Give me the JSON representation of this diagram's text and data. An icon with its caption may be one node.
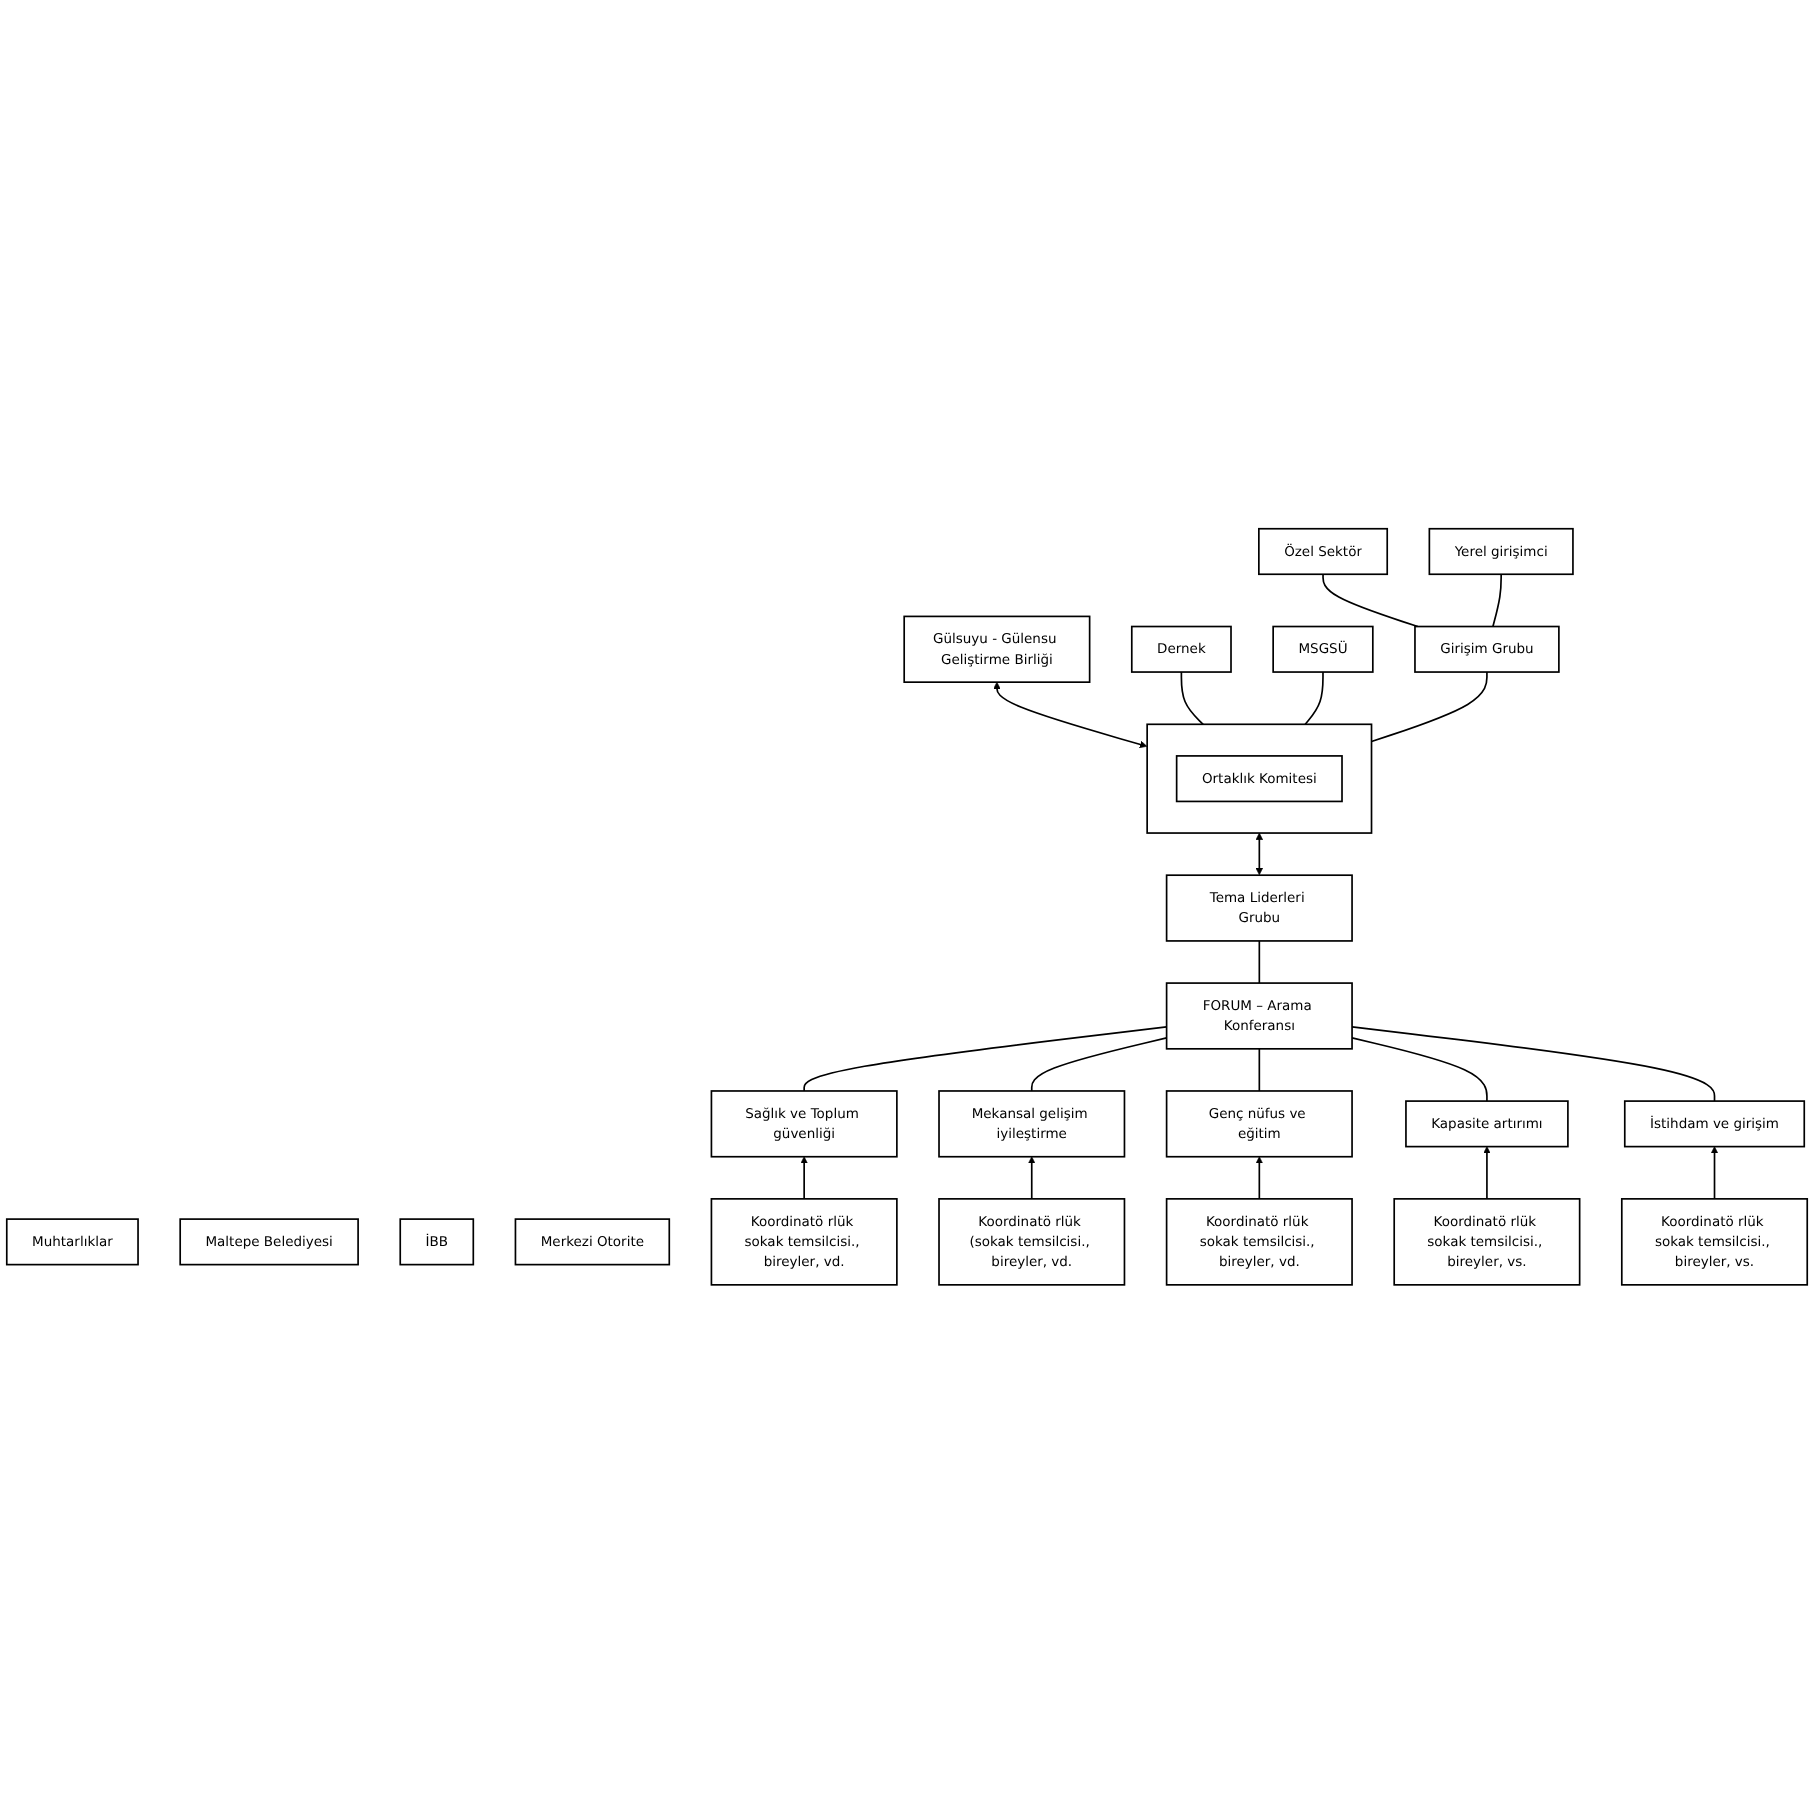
{
  "diagram": {
    "nodes": [
      {
        "text": [
          "Gülsuyu - Gülensu Geliştirme Birliği"
        ]
      },
      {
        "text": [
          "Dernek"
        ]
      },
      {
        "text": [],
        "shape": "box"
      },
      {
        "text": [
          "Ortaklık Komitesi"
        ],
        "in": 2
      },
      {
        "text": [
          "Muhtarlıklar"
        ]
      },
      {
        "text": [
          "MSGSÜ"
        ]
      },
      {
        "text": [
          "Maltepe Belediyesi"
        ]
      },
      {
        "text": [
          "Özel Sektör"
        ]
      },
      {
        "text": [
          "Girişim Grubu"
        ]
      },
      {
        "text": [
          "İBB"
        ]
      },
      {
        "text": [
          "Yerel girişimci"
        ]
      },
      {
        "text": [
          "Merkezi Otorite"
        ]
      },
      {
        "text": [
          "Tema Liderleri Grubu"
        ]
      },
      {
        "text": [
          "FORUM – Arama Konferansı"
        ]
      },
      {
        "text": [
          "Sağlık ve Toplum güvenliği"
        ]
      },
      {
        "text": [
          "Mekansal gelişim iyileştirme"
        ]
      },
      {
        "text": [
          "Genç nüfus ve eğitim"
        ]
      },
      {
        "text": [
          "Kapasite artırımı"
        ]
      },
      {
        "text": [
          "İstihdam ve girişim"
        ]
      },
      {
        "text": [
          "Koordinatö rlük sokak temsilcisi., bireyler, vd."
        ]
      },
      {
        "text": [
          "Koordinatö rlük (sokak temsilcisi., bireyler, vd."
        ]
      },
      {
        "text": [
          "Koordinatö rlük sokak temsilcisi., bireyler, vd."
        ]
      },
      {
        "text": [
          "Koordinatö rlük sokak temsilcisi., bireyler, vs."
        ]
      },
      {
        "text": [
          "Koordinatö rlük sokak temsilcisi., bireyler, vs."
        ]
      }
    ],
    "edges": [
      {
        "from": 0,
        "to": 2,
        "arrow": "both"
      },
      {
        "from": 1,
        "to": 2,
        "arrow": "none"
      },
      {
        "from": 5,
        "to": 2,
        "arrow": "none"
      },
      {
        "from": 8,
        "to": 2,
        "arrow": "none"
      },
      {
        "from": 7,
        "to": 8,
        "arrow": "none"
      },
      {
        "from": 10,
        "to": 8,
        "arrow": "none"
      },
      {
        "from": 2,
        "to": 12,
        "arrow": "both"
      },
      {
        "from": 12,
        "to": 13,
        "arrow": "none"
      },
      {
        "from": 13,
        "to": 14,
        "arrow": "none"
      },
      {
        "from": 13,
        "to": 15,
        "arrow": "none"
      },
      {
        "from": 13,
        "to": 16,
        "arrow": "none"
      },
      {
        "from": 13,
        "to": 17,
        "arrow": "none"
      },
      {
        "from": 13,
        "to": 18,
        "arrow": "none"
      },
      {
        "from": 19,
        "to": 14,
        "arrow": "to"
      },
      {
        "from": 20,
        "to": 15,
        "arrow": "to"
      },
      {
        "from": 21,
        "to": 16,
        "arrow": "to"
      },
      {
        "from": 22,
        "to": 17,
        "arrow": "to"
      },
      {
        "from": 23,
        "to": 18,
        "arrow": "to"
      }
    ]
  }
}
